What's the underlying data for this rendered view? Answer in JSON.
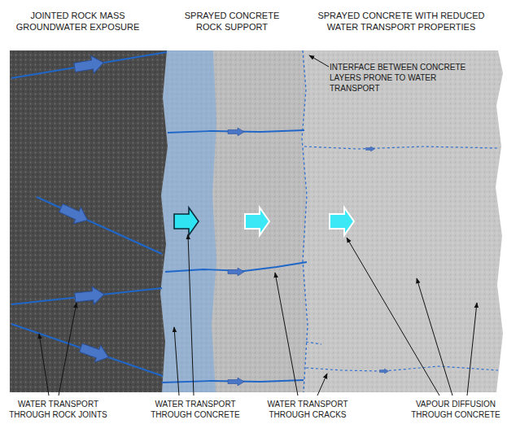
{
  "diagram": {
    "labels": [
      "JOINTED ROCK MASS GROUNDWATER EXPOSURE",
      "SPRAYED CONCRETE ROCK SUPPORT",
      "SPRAYED CONCRETE WITH REDUCED WATER TRANSPORT PROPERTIES",
      "INTERFACE BETWEEN CONCRETE LAYERS PRONE TO WATER TRANSPORT",
      "WATER TRANSPORT THROUGH ROCK JOINTS",
      "WATER TRANSPORT THROUGH CONCRETE",
      "WATER TRANSPORT THROUGH CRACKS",
      "VAPOUR DIFFUSION THROUGH CONCRETE"
    ]
  }
}
